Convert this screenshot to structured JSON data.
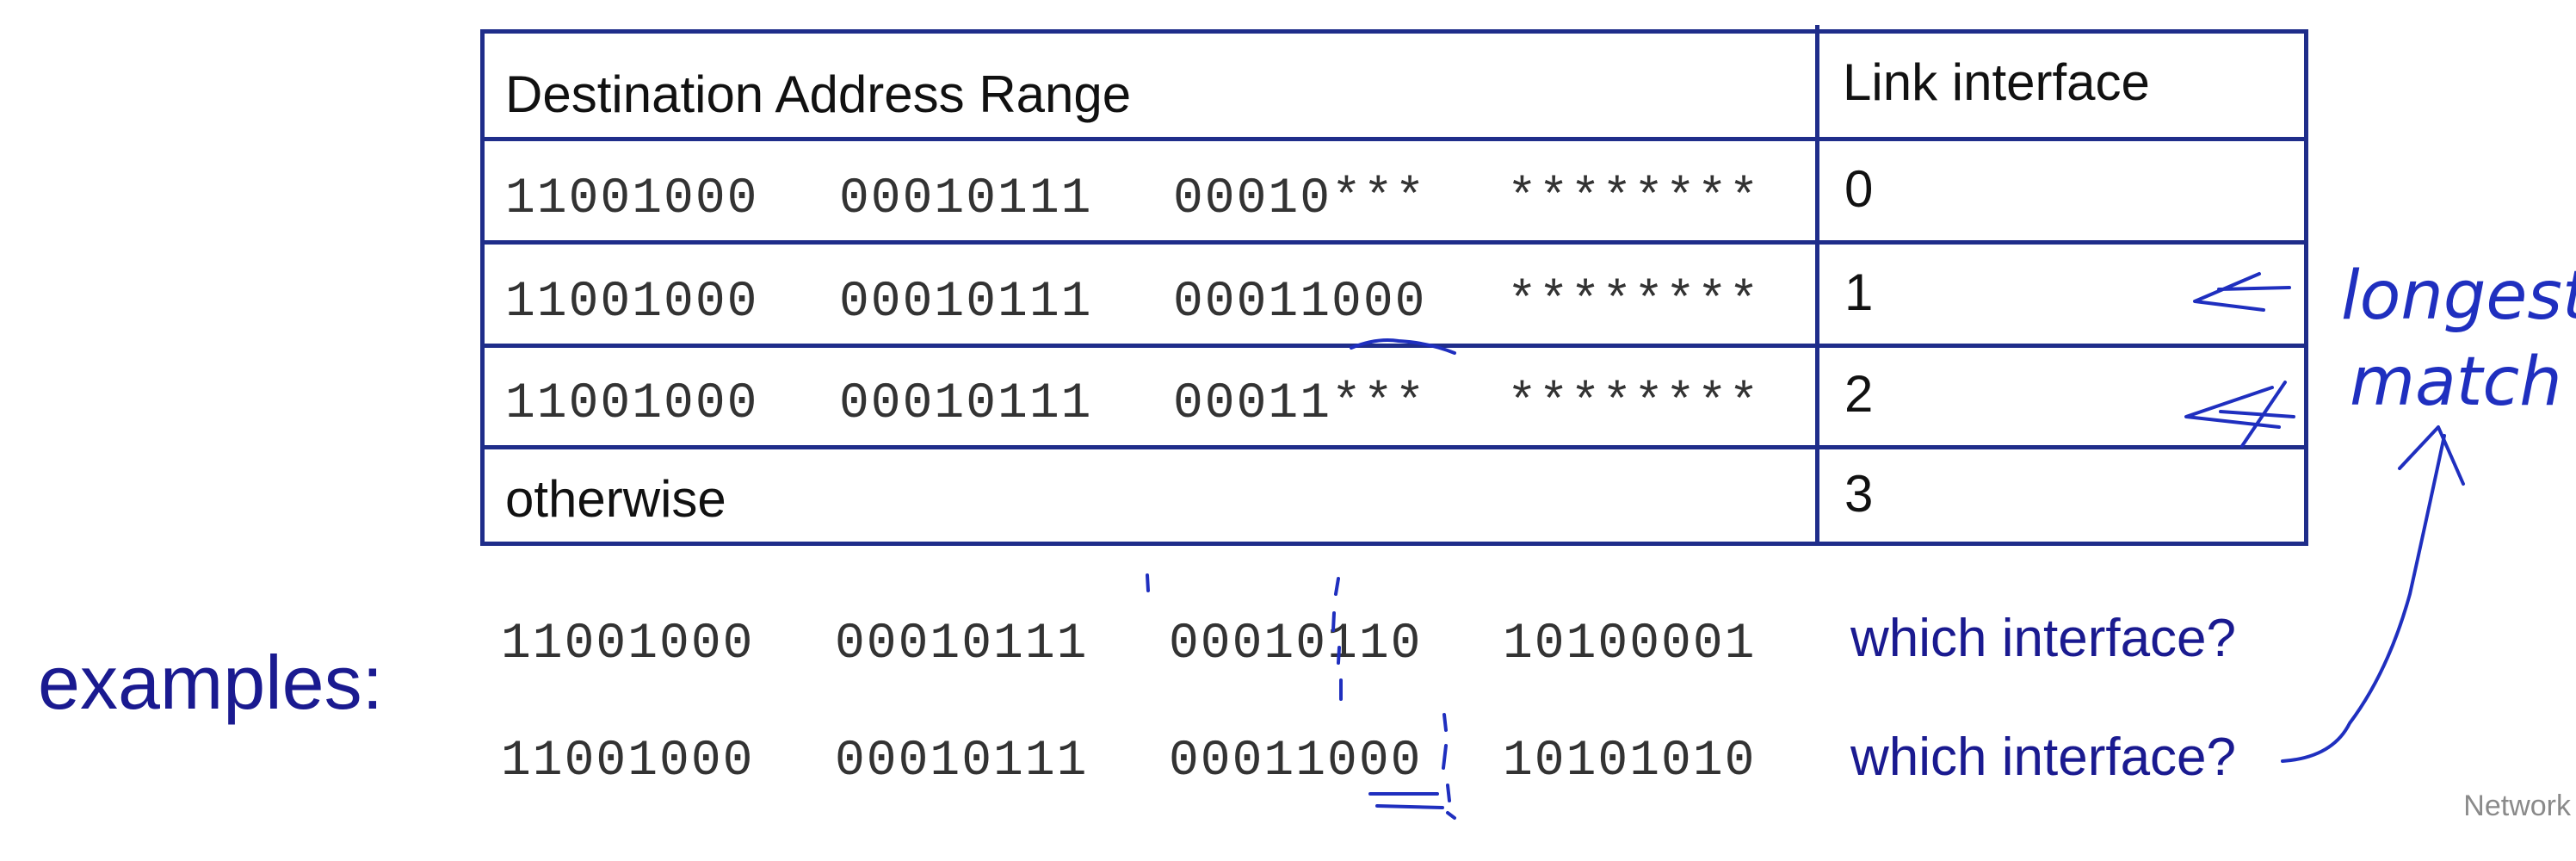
{
  "table": {
    "header_range": "Destination Address Range",
    "header_link": "Link interface",
    "rows": [
      {
        "octets": [
          "11001000",
          "00010111",
          "00010***",
          "********"
        ],
        "interface": "0"
      },
      {
        "octets": [
          "11001000",
          "00010111",
          "00011000",
          "********"
        ],
        "interface": "1"
      },
      {
        "octets": [
          "11001000",
          "00010111",
          "00011***",
          "********"
        ],
        "interface": "2"
      }
    ],
    "otherwise_label": "otherwise",
    "otherwise_interface": "3"
  },
  "examples": {
    "label": "examples:",
    "items": [
      {
        "octets": [
          "11001000",
          "00010111",
          "00010110",
          "10100001"
        ],
        "question": "which interface?"
      },
      {
        "octets": [
          "11001000",
          "00010111",
          "00011000",
          "10101010"
        ],
        "question": "which interface?"
      }
    ]
  },
  "annotation": {
    "line1": "longest",
    "line2": "match"
  },
  "footer": "Network",
  "colors": {
    "table_border": "#1f2d8a",
    "accent_text": "#1a1a90",
    "ink": "#1f2fbf"
  }
}
